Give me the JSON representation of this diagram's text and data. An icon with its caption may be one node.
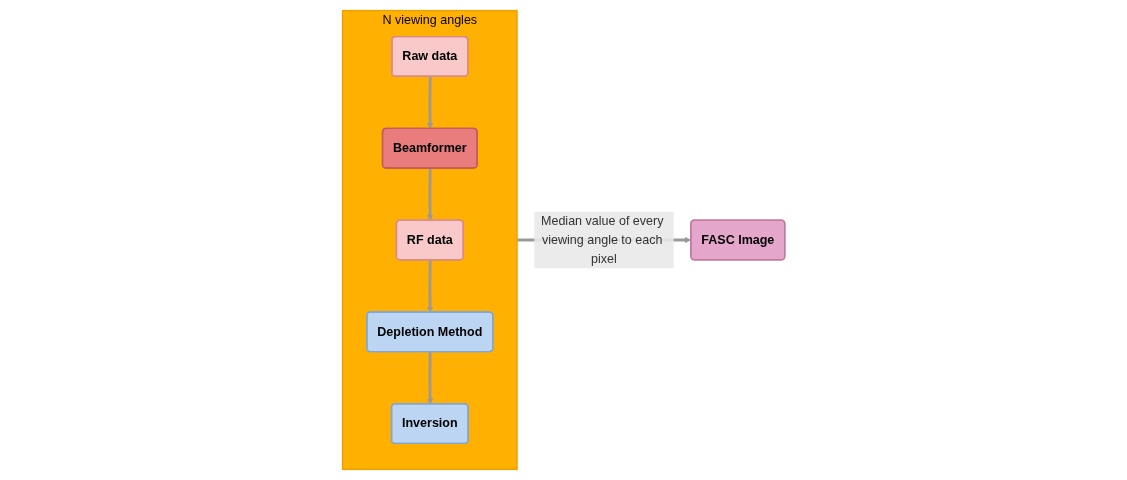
{
  "diagram": {
    "nodes": [
      {
        "text": [
          "N viewing angles"
        ]
      },
      {
        "text": [
          "Raw data"
        ],
        "in": 0
      },
      {
        "text": [
          "Beamformer"
        ],
        "in": 0
      },
      {
        "text": [
          "RF data"
        ],
        "in": 0
      },
      {
        "text": [
          "Depletion Method"
        ],
        "in": 0
      },
      {
        "text": [
          "Inversion"
        ],
        "in": 0
      },
      {
        "text": [
          "FASC Image"
        ]
      }
    ],
    "edges": [
      {
        "from": 1,
        "to": 2,
        "arrow": "to"
      },
      {
        "from": 2,
        "to": 3,
        "arrow": "to"
      },
      {
        "from": 3,
        "to": 4,
        "arrow": "to"
      },
      {
        "from": 4,
        "to": 5,
        "arrow": "to"
      },
      {
        "from": 0,
        "to": 6,
        "arrow": "to",
        "label": "Median value of every viewing angle to each pixel"
      }
    ]
  }
}
